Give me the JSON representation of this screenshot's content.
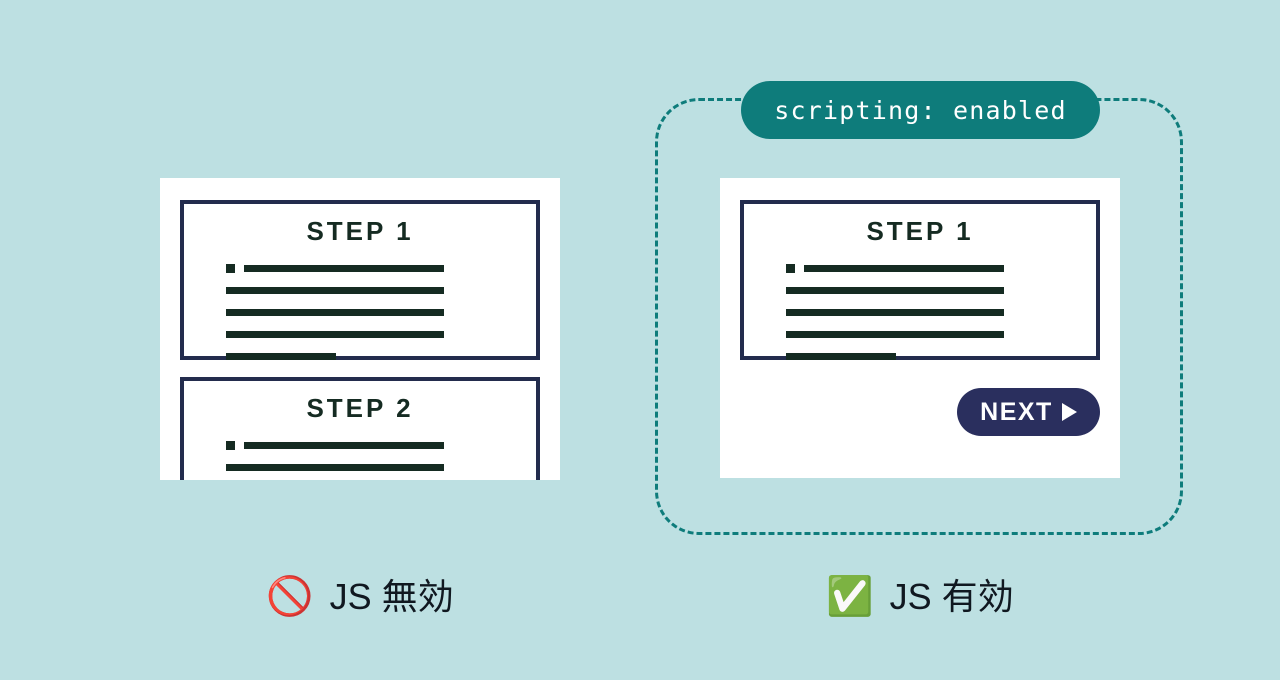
{
  "background_color": "#bde0e2",
  "colors": {
    "teal": "#0e7c7b",
    "navy_border": "#232c4d",
    "navy_button": "#2a2f5e",
    "text_dark": "#152b22",
    "panel": "#ffffff"
  },
  "scripting_badge": {
    "label": "scripting: enabled",
    "background": "#0e7c7b",
    "text_color": "#ffffff"
  },
  "left_panel": {
    "cards": [
      {
        "title": "STEP 1",
        "lines": [
          "full",
          "long",
          "long",
          "long",
          "short"
        ]
      },
      {
        "title": "STEP 2",
        "lines": [
          "full",
          "long",
          "long",
          "long",
          "short"
        ]
      }
    ]
  },
  "right_panel": {
    "cards": [
      {
        "title": "STEP 1",
        "lines": [
          "full",
          "long",
          "long",
          "long",
          "short"
        ]
      }
    ],
    "next_button": {
      "label": "NEXT",
      "icon": "play-triangle-icon"
    }
  },
  "captions": {
    "left": {
      "icon": "🚫",
      "icon_name": "prohibited-sign-icon",
      "text": "JS 無効"
    },
    "right": {
      "icon": "✅",
      "icon_name": "check-mark-button-icon",
      "text": "JS 有効"
    }
  }
}
